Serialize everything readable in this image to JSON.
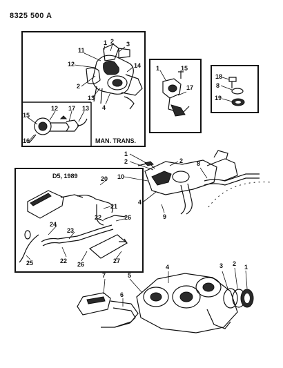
{
  "document_id": "8325 500 A",
  "insets": {
    "man_trans": {
      "caption": "MAN. TRANS.",
      "callouts": [
        "1",
        "2",
        "3",
        "11",
        "12",
        "14",
        "2",
        "13",
        "4",
        "15",
        "12",
        "17",
        "13",
        "16"
      ]
    },
    "detail_middle": {
      "callouts": [
        "1",
        "15",
        "17"
      ]
    },
    "detail_right": {
      "callouts": [
        "18",
        "8",
        "19"
      ]
    },
    "d5_1989": {
      "caption": "D5, 1989",
      "callouts": [
        "20",
        "21",
        "22",
        "26",
        "24",
        "23",
        "22",
        "26",
        "27",
        "25"
      ]
    }
  },
  "main": {
    "upper_callouts": [
      "1",
      "2",
      "2",
      "10",
      "4",
      "9",
      "8"
    ],
    "lower_callouts": [
      "7",
      "6",
      "5",
      "4",
      "3",
      "2",
      "1"
    ]
  }
}
